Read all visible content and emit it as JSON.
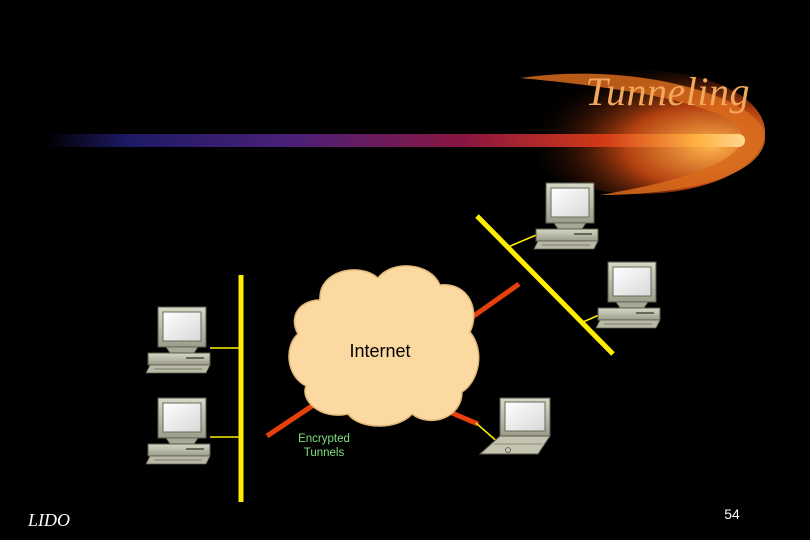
{
  "slide": {
    "title": "Tunneling",
    "footer_left": "LIDO",
    "page_number": "54"
  },
  "diagram": {
    "cloud_label": "Internet",
    "tunnel_label_line1": "Encrypted",
    "tunnel_label_line2": "Tunnels",
    "colors": {
      "title": "#f2a85c",
      "network_bus": "#ffee00",
      "tunnel": "#e8400c",
      "cloud": "#fcd9a0",
      "tunnel_label": "#7fe07f"
    }
  }
}
